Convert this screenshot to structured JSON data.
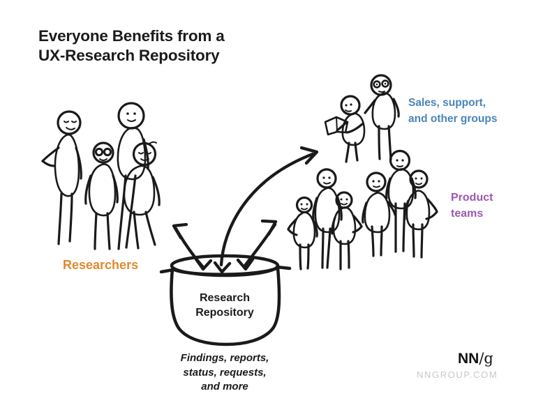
{
  "header": {
    "title": "Everyone Benefits from a\nUX-Research Repository"
  },
  "groups": {
    "researchers": {
      "label": "Researchers",
      "figure_count": 4
    },
    "sales": {
      "label": "Sales, support,\nand other groups",
      "figure_count": 2
    },
    "product": {
      "label": "Product\nteams",
      "figure_count": 6
    }
  },
  "repository": {
    "name": "Research\nRepository",
    "caption": "Findings, reports,\nstatus, requests,\nand more"
  },
  "logo": {
    "nn": "NN",
    "g": "/g",
    "site": "NNGROUP.COM"
  },
  "colors": {
    "ink": "#1a1a1a",
    "orange": "#EFA11F",
    "brown": "#BF8A62",
    "blue": "#6B9BC9",
    "green": "#8DC977",
    "purple": "#AE7CC0",
    "label_orange": "#E18A2D",
    "label_blue": "#4A85B8",
    "label_purple": "#9E58B0",
    "pot_body": "#EBEBEB",
    "pot_rim": "#D9D9D9",
    "logo_gray": "#C8C8C8",
    "white": "#FFFFFF"
  }
}
